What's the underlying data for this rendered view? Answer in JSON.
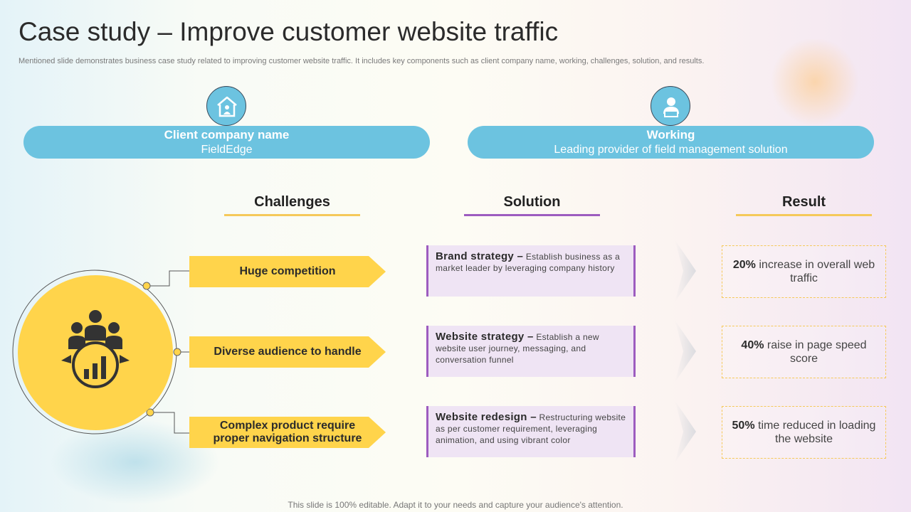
{
  "header": {
    "title": "Case study – Improve customer website traffic",
    "subtitle": "Mentioned slide demonstrates business case study related to improving customer website traffic. It includes key components such as client company name, working, challenges, solution, and results."
  },
  "client": {
    "heading": "Client company name",
    "value": "FieldEdge",
    "icon": "house-person-icon"
  },
  "working": {
    "heading": "Working",
    "value": "Leading provider of field management solution",
    "icon": "person-laptop-icon"
  },
  "columns": {
    "challenges": "Challenges",
    "solution": "Solution",
    "result": "Result"
  },
  "hub_icon": "team-growth-chart-icon",
  "challenges": [
    {
      "line1": "Huge competition",
      "line2": ""
    },
    {
      "line1": "Diverse audience to handle",
      "line2": ""
    },
    {
      "line1": "Complex product require",
      "line2": "proper navigation structure"
    }
  ],
  "solutions": [
    {
      "title": "Brand strategy –",
      "text": "Establish business as a market leader by leveraging company history"
    },
    {
      "title": "Website strategy –",
      "text": "Establish a new website user journey, messaging, and conversation funnel"
    },
    {
      "title": "Website redesign –",
      "text": "Restructuring website as per customer requirement, leveraging animation, and using vibrant color"
    }
  ],
  "results": [
    {
      "pct": "20%",
      "text": "increase in overall web traffic"
    },
    {
      "pct": "40%",
      "text": "raise in page speed score"
    },
    {
      "pct": "50%",
      "text": "time reduced in loading the website"
    }
  ],
  "footer": "This slide is 100% editable. Adapt it to your needs and capture your audience's attention.",
  "colors": {
    "pill_blue": "#6cc3e0",
    "yellow": "#ffd44b",
    "purple": "#9d5cbf",
    "lavender": "#efe4f4",
    "dash_gold": "#f5c95a"
  }
}
